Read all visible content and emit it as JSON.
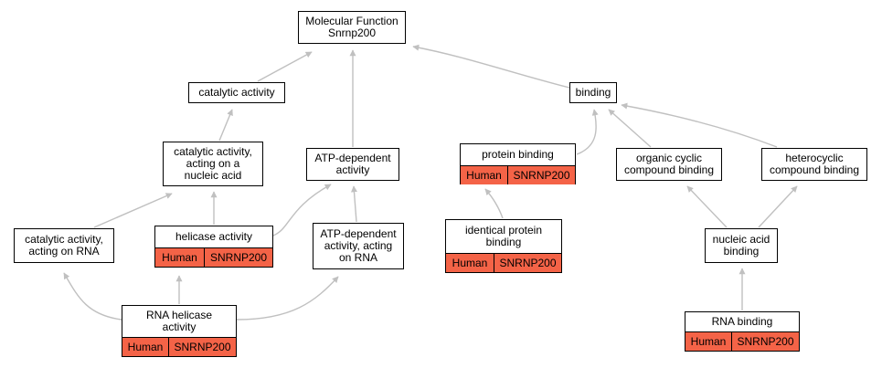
{
  "colors": {
    "edge": "#c0c0c0",
    "annotation_fill": "#f46347",
    "node_border": "#000000",
    "background": "#ffffff"
  },
  "graph": {
    "root": {
      "label": "Molecular Function\nSnrnp200"
    },
    "nodes": {
      "catalytic_activity": {
        "label": "catalytic activity"
      },
      "binding": {
        "label": "binding"
      },
      "catalytic_nucleic": {
        "label": "catalytic activity,\nacting on a\nnucleic acid"
      },
      "atp_dependent": {
        "label": "ATP-dependent\nactivity"
      },
      "protein_binding": {
        "label": "protein binding",
        "species": "Human",
        "gene": "SNRNP200"
      },
      "organic_cyclic": {
        "label": "organic cyclic\ncompound binding"
      },
      "heterocyclic": {
        "label": "heterocyclic\ncompound binding"
      },
      "catalytic_rna": {
        "label": "catalytic activity,\nacting on RNA"
      },
      "helicase": {
        "label": "helicase activity",
        "species": "Human",
        "gene": "SNRNP200"
      },
      "atp_dep_rna": {
        "label": "ATP-dependent\nactivity, acting\non RNA"
      },
      "identical_protein": {
        "label": "identical protein\nbinding",
        "species": "Human",
        "gene": "SNRNP200"
      },
      "nucleic_acid": {
        "label": "nucleic acid\nbinding"
      },
      "rna_helicase": {
        "label": "RNA helicase\nactivity",
        "species": "Human",
        "gene": "SNRNP200"
      },
      "rna_binding": {
        "label": "RNA binding",
        "species": "Human",
        "gene": "SNRNP200"
      }
    },
    "edges": [
      [
        "catalytic_activity",
        "root"
      ],
      [
        "atp_dependent",
        "root"
      ],
      [
        "binding",
        "root"
      ],
      [
        "catalytic_nucleic",
        "catalytic_activity"
      ],
      [
        "catalytic_rna",
        "catalytic_nucleic"
      ],
      [
        "helicase",
        "catalytic_nucleic"
      ],
      [
        "helicase",
        "atp_dependent"
      ],
      [
        "atp_dep_rna",
        "atp_dependent"
      ],
      [
        "rna_helicase",
        "catalytic_rna"
      ],
      [
        "rna_helicase",
        "helicase"
      ],
      [
        "rna_helicase",
        "atp_dep_rna"
      ],
      [
        "protein_binding",
        "binding"
      ],
      [
        "organic_cyclic",
        "binding"
      ],
      [
        "heterocyclic",
        "binding"
      ],
      [
        "identical_protein",
        "protein_binding"
      ],
      [
        "nucleic_acid",
        "organic_cyclic"
      ],
      [
        "nucleic_acid",
        "heterocyclic"
      ],
      [
        "rna_binding",
        "nucleic_acid"
      ]
    ]
  }
}
